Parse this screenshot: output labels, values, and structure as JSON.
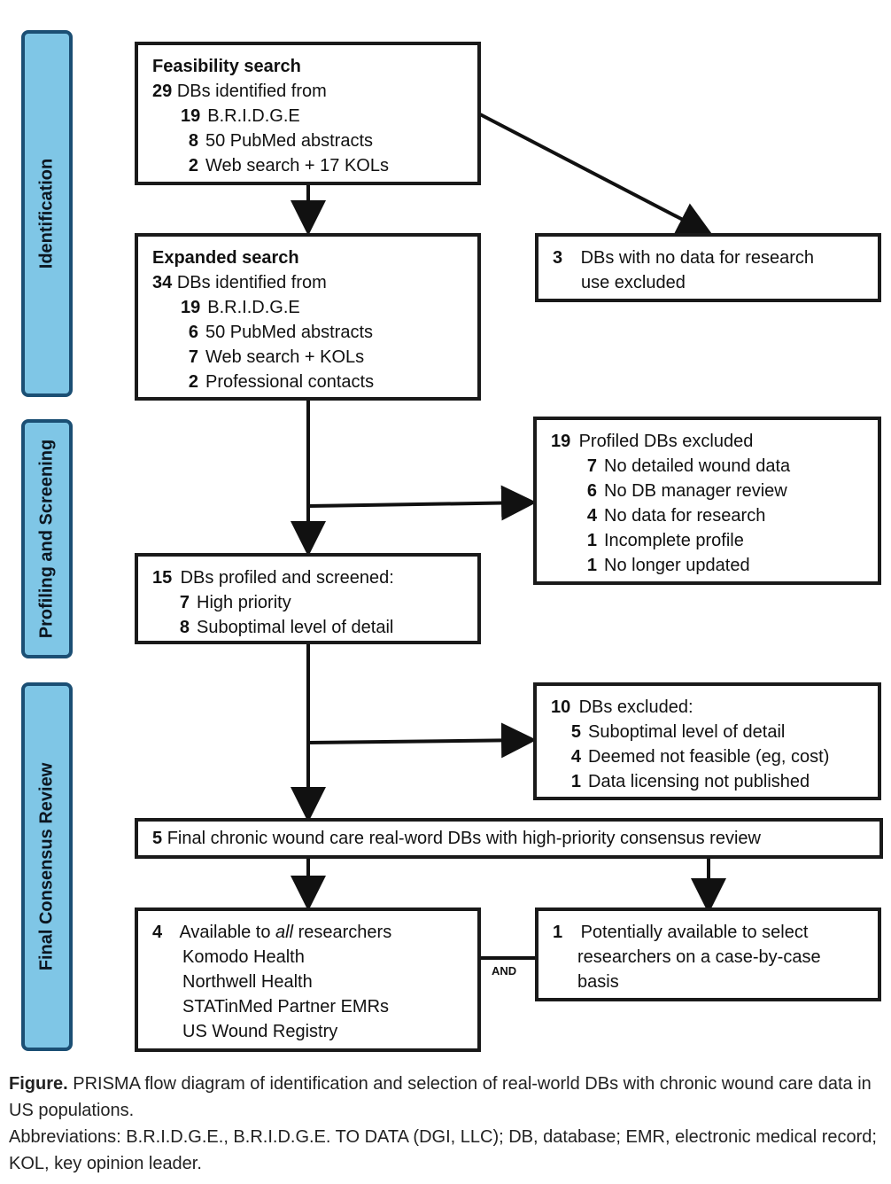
{
  "phases": {
    "identification": "Identification",
    "profiling": "Profiling and Screening",
    "final": "Final Consensus Review"
  },
  "feasibility": {
    "title": "Feasibility search",
    "total": "29",
    "total_text": "DBs identified from",
    "items": [
      {
        "n": "19",
        "text": "B.R.I.D.G.E"
      },
      {
        "n": "8",
        "text": "50 PubMed abstracts"
      },
      {
        "n": "2",
        "text": "Web search + 17 KOLs"
      }
    ]
  },
  "exclusion1": {
    "n": "3",
    "text_line1": "DBs with no data for research",
    "text_line2": "use excluded"
  },
  "expanded": {
    "title": "Expanded search",
    "total": "34",
    "total_text": "DBs identified from",
    "items": [
      {
        "n": "19",
        "text": "B.R.I.D.G.E"
      },
      {
        "n": "6",
        "text": "50 PubMed abstracts"
      },
      {
        "n": "7",
        "text": "Web search + KOLs"
      },
      {
        "n": "2",
        "text": "Professional contacts"
      }
    ]
  },
  "profiled_excluded": {
    "n": "19",
    "text": "Profiled DBs excluded",
    "items": [
      {
        "n": "7",
        "text": "No detailed wound data"
      },
      {
        "n": "6",
        "text": "No DB manager review"
      },
      {
        "n": "4",
        "text": "No data for research"
      },
      {
        "n": "1",
        "text": "Incomplete profile"
      },
      {
        "n": "1",
        "text": "No longer updated"
      }
    ]
  },
  "screened": {
    "n": "15",
    "text": "DBs profiled and screened:",
    "items": [
      {
        "n": "7",
        "text": "High priority"
      },
      {
        "n": "8",
        "text": "Suboptimal level of detail"
      }
    ]
  },
  "excluded10": {
    "n": "10",
    "text": "DBs excluded:",
    "items": [
      {
        "n": "5",
        "text": "Suboptimal level of detail"
      },
      {
        "n": "4",
        "text": "Deemed not feasible (eg, cost)"
      },
      {
        "n": "1",
        "text": "Data licensing not published"
      }
    ]
  },
  "final": {
    "n": "5",
    "text": "Final chronic wound care real-word DBs with high-priority consensus review"
  },
  "available": {
    "n": "4",
    "pre": "Available to ",
    "em": "all",
    "post": " researchers",
    "items": [
      "Komodo Health",
      "Northwell Health",
      "STATinMed Partner EMRs",
      "US Wound Registry"
    ]
  },
  "and_label": "AND",
  "potential": {
    "n": "1",
    "line1": "Potentially available to select",
    "line2": "researchers on a case-by-case",
    "line3": "basis"
  },
  "caption": {
    "label": "Figure.",
    "text": " PRISMA flow diagram of identification and selection of real-world DBs with chronic wound care data in US populations.",
    "abbrev": "Abbreviations: B.R.I.D.G.E., B.R.I.D.G.E. TO DATA (DGI, LLC); DB, database; EMR, electronic medical record; KOL, key opinion leader."
  },
  "colors": {
    "phase_fill": "#7fc6e6",
    "phase_border": "#1b4f74",
    "box_border": "#1a1a1a"
  }
}
